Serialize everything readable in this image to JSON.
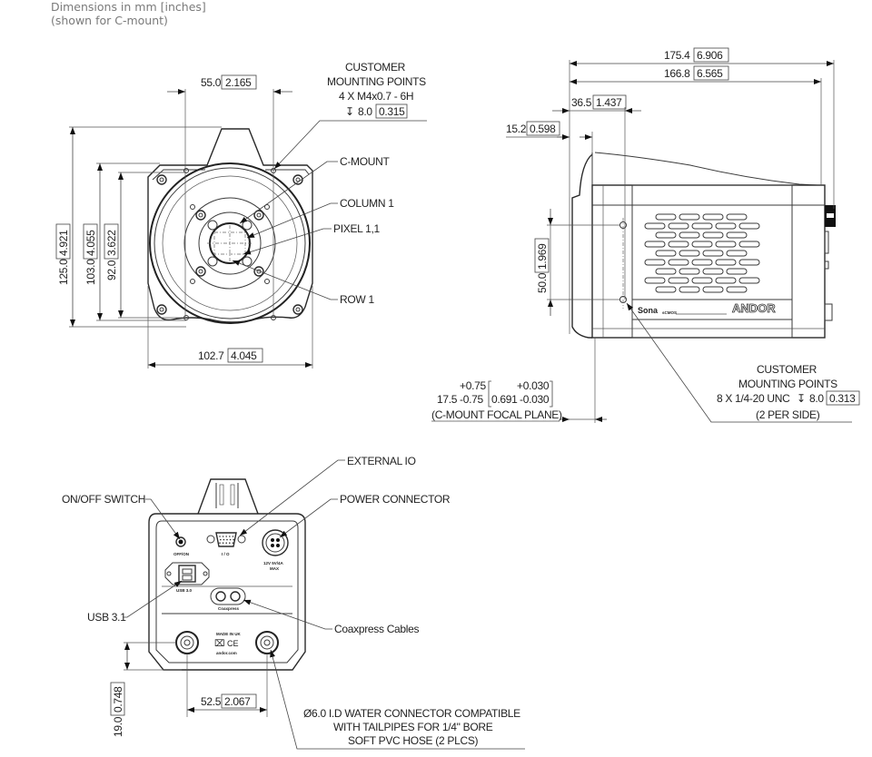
{
  "header": {
    "line1": "Dimensions in mm [inches]",
    "line2": "(shown for C-mount)"
  },
  "front_view": {
    "width_top": {
      "mm": "55.0",
      "in": "2.165"
    },
    "width_bottom": {
      "mm": "102.7",
      "in": "4.045"
    },
    "height_total": {
      "mm": "125.0",
      "in": "4.921"
    },
    "height_body": {
      "mm": "103.0",
      "in": "4.055"
    },
    "height_holes": {
      "mm": "92.0",
      "in": "3.622"
    },
    "callout_mounting": {
      "line1": "CUSTOMER",
      "line2": "MOUNTING POINTS",
      "line3": "4 X M4x0.7 - 6H",
      "depth_symbol": "↧",
      "depth_mm": "8.0",
      "depth_in": "0.315"
    },
    "labels": {
      "c_mount": "C-MOUNT",
      "column1": "COLUMN 1",
      "pixel11": "PIXEL 1,1",
      "row1": "ROW 1"
    }
  },
  "side_view": {
    "length_total": {
      "mm": "175.4",
      "in": "6.906"
    },
    "length_body": {
      "mm": "166.8",
      "in": "6.565"
    },
    "nose": {
      "mm": "36.5",
      "in": "1.437"
    },
    "flange": {
      "mm": "15.2",
      "in": "0.598"
    },
    "hole_spacing": {
      "mm": "50.0",
      "in": "1.969"
    },
    "focal_plane": {
      "nominal_mm": "17.5",
      "tol_plus_mm": "+0.75",
      "tol_minus_mm": "-0.75",
      "nominal_in": "0.691",
      "tol_plus_in": "+0.030",
      "tol_minus_in": "-0.030",
      "caption": "(C-MOUNT FOCAL PLANE)"
    },
    "brand_model": "Sona",
    "brand_sub": "sCMOS",
    "brand_maker": "ANDOR",
    "callout_mounting": {
      "line1": "CUSTOMER",
      "line2": "MOUNTING POINTS",
      "line3": "8 X 1/4-20 UNC",
      "depth_symbol": "↧",
      "depth_mm": "8.0",
      "depth_in": "0.313",
      "line4": "(2 PER SIDE)"
    }
  },
  "rear_view": {
    "labels": {
      "external_io": "EXTERNAL IO",
      "power_connector": "POWER CONNECTOR",
      "on_off_switch": "ON/OFF SWITCH",
      "usb": "USB 3.1",
      "coaxpress": "Coaxpress Cables",
      "water": {
        "line1": "Ø6.0 I.D WATER CONNECTOR COMPATIBLE",
        "line2": "WITH TAILPIPES FOR 1/4\" BORE",
        "line3": "SOFT PVC HOSE (2 PLCS)"
      }
    },
    "panel_text": {
      "off_on": "OFF/ON",
      "io": "I / O",
      "power_rating_1": "12V 5V/4A",
      "power_rating_2": "MAX",
      "usb": "USB 3.0",
      "coax": "Coaxpress",
      "made_in": "MADE IN UK",
      "website": "andor.com",
      "ce": "CE"
    },
    "connector_spacing": {
      "mm": "52.5",
      "in": "2.067"
    },
    "connector_height": {
      "mm": "19.0",
      "in": "0.748"
    }
  }
}
